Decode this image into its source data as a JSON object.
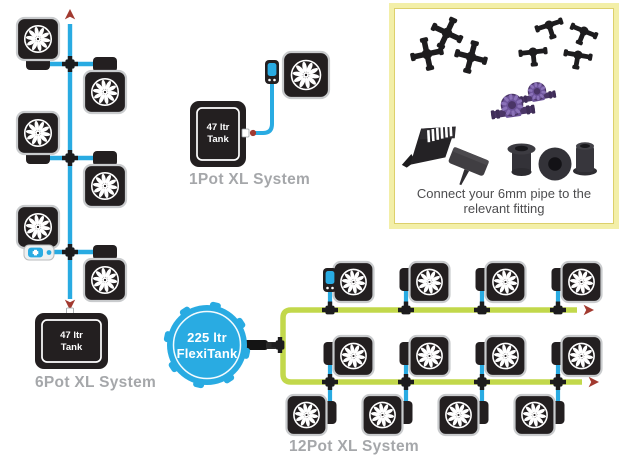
{
  "systems": {
    "six_pot": {
      "label": "6Pot XL System",
      "pot_count": 6,
      "tank": {
        "line1": "47 ltr",
        "line2": "Tank"
      }
    },
    "one_pot": {
      "label": "1Pot XL System",
      "pot_count": 1,
      "tank": {
        "line1": "47 ltr",
        "line2": "Tank"
      }
    },
    "twelve_pot": {
      "label": "12Pot XL System",
      "pot_count": 12,
      "flexitank": {
        "line1": "225 ltr",
        "line2": "FlexiTank"
      }
    }
  },
  "fittings_box": {
    "caption": {
      "line1": "Connect your 6mm pipe to the",
      "line2": "relevant fitting"
    },
    "items": [
      "cross-fitting",
      "tee-fitting",
      "inline-tap",
      "pipe-clip",
      "grommet"
    ]
  },
  "colors": {
    "pipe_blue": "#29abe2",
    "pipe_green": "#c2d84b",
    "arrow_red": "#a23a30",
    "pot_black": "#231f20",
    "pot_border": "#c9cbcd",
    "label_gray": "#a5a7aa",
    "caption_text": "#4d4d4f",
    "box_border_outer": "#f3efa8",
    "box_border_inner": "#ddd06b",
    "fitting_black": "#1d1c1e",
    "tap_purple": "#6d539a",
    "tap_purple_dark": "#4a3566",
    "grommet_gray": "#333238",
    "white": "#ffffff"
  }
}
